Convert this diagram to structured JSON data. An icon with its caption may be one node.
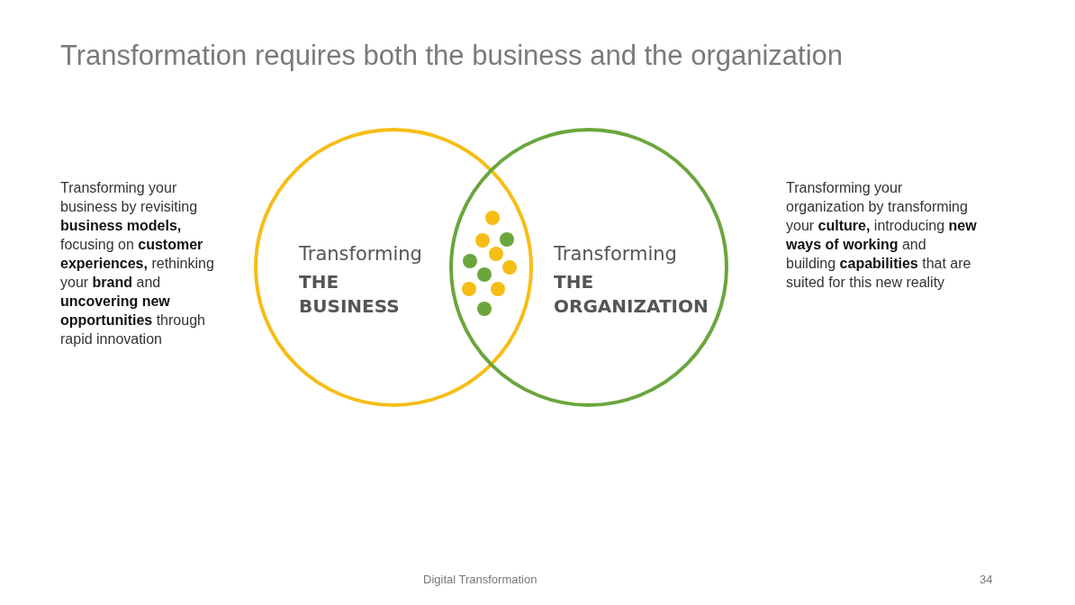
{
  "diagram": {
    "title": "Transformation requires both the business and the organization",
    "nodes": [
      {
        "text": [
          "Transforming",
          "THE BUSINESS"
        ]
      },
      {
        "text": [
          "Transforming",
          "THE ORGANIZATION"
        ]
      }
    ],
    "labels": [
      "Transforming your business by revisiting **business models,** focusing on **customer experiences,** rethinking your **brand** and **uncovering new opportunities** through rapid innovation",
      "Transforming your organization by transforming your **culture,** introducing **new ways of working** and building **capabilities** that are suited for this new reality",
      "Digital Transformation",
      "34"
    ]
  }
}
